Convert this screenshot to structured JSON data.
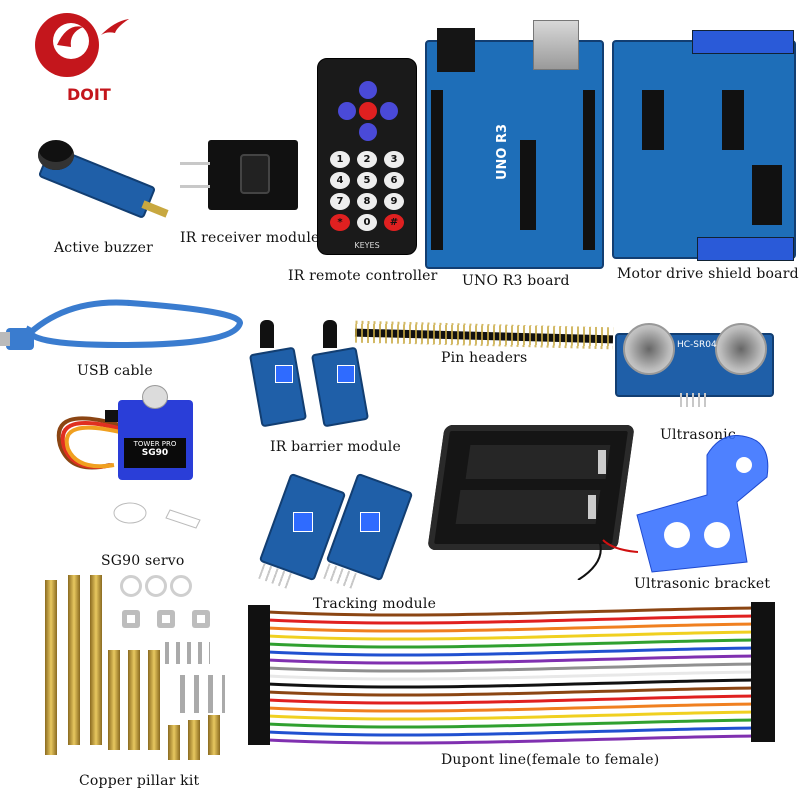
{
  "brand": {
    "name": "DOIT",
    "accent": "#c4161c"
  },
  "labels": {
    "active_buzzer": "Active buzzer",
    "ir_receiver": "IR receiver module",
    "ir_remote": "IR remote controller",
    "uno": "UNO R3 board",
    "motor_shield": "Motor drive shield board",
    "usb": "USB cable",
    "pin_headers": "Pin headers",
    "ultrasonic": "Ultrasonic",
    "ir_barrier": "IR barrier module",
    "servo": "SG90 servo",
    "tracking": "Tracking module",
    "ultra_bracket": "Ultrasonic bracket",
    "copper": "Copper pillar kit",
    "dupont": "Dupont line(female to female)"
  },
  "remote": {
    "brand": "KEYES",
    "keys": [
      "1",
      "2",
      "3",
      "4",
      "5",
      "6",
      "7",
      "8",
      "9",
      "*",
      "0",
      "#"
    ]
  },
  "board_text": {
    "uno": "UNO R3",
    "ultra": "HC-SR04",
    "servo_brand": "TOWER PRO",
    "servo_model": "SG90"
  },
  "colors": {
    "pcb_blue": "#1f5fa8",
    "bracket_blue": "#2f6bff",
    "brass": "#c9a33a"
  }
}
